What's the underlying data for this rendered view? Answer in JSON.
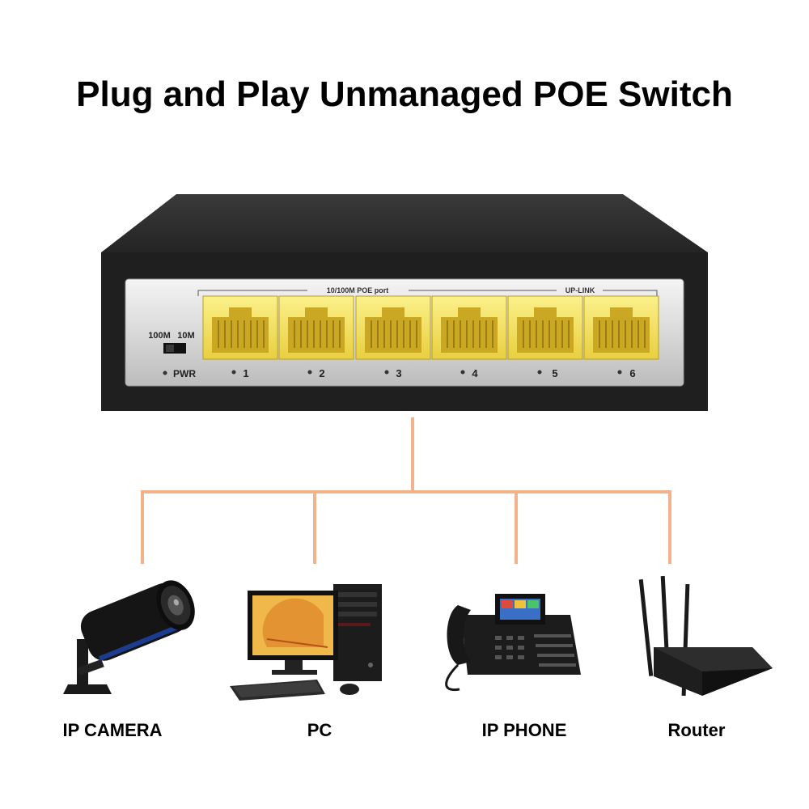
{
  "title": "Plug and Play Unmanaged POE Switch",
  "switch": {
    "header_poe": "10/100M POE port",
    "header_uplink": "UP-LINK",
    "speed_100": "100M",
    "speed_10": "10M",
    "pwr_label": "PWR",
    "ports": [
      "1",
      "2",
      "3",
      "4",
      "5",
      "6"
    ]
  },
  "devices": [
    {
      "label": "IP CAMERA",
      "icon": "ip-camera-icon"
    },
    {
      "label": "PC",
      "icon": "pc-icon"
    },
    {
      "label": "IP PHONE",
      "icon": "ip-phone-icon"
    },
    {
      "label": "Router",
      "icon": "router-icon"
    }
  ],
  "colors": {
    "connector": "#f2b38c",
    "switch_body": "#2a2a2a",
    "port_yellow": "#f5e36a",
    "panel_silver": "#d8d8d8"
  }
}
